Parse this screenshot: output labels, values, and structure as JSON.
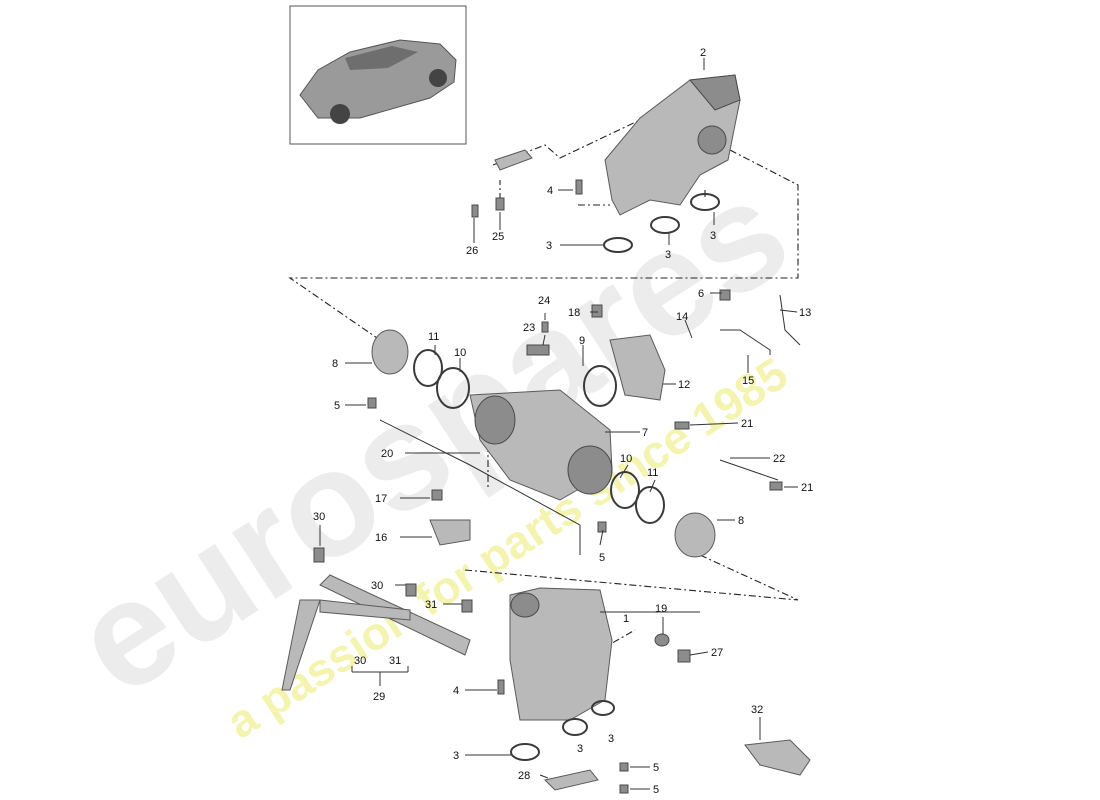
{
  "watermark": {
    "main": "eurospares",
    "tagline": "a passion for parts since 1985",
    "main_color": "#e6e6e6",
    "tagline_color": "#f2f29a"
  },
  "callouts": {
    "c1": "1",
    "c2": "2",
    "c3": "3",
    "c4": "4",
    "c5": "5",
    "c6": "6",
    "c7": "7",
    "c8": "8",
    "c9": "9",
    "c10": "10",
    "c11": "11",
    "c12": "12",
    "c13": "13",
    "c14": "14",
    "c15": "15",
    "c16": "16",
    "c17": "17",
    "c18": "18",
    "c19": "19",
    "c20": "20",
    "c21": "21",
    "c22": "22",
    "c23": "23",
    "c24": "24",
    "c25": "25",
    "c26": "26",
    "c27": "27",
    "c28": "28",
    "c29": "29",
    "c30": "30",
    "c31": "31",
    "c32": "32"
  },
  "colors": {
    "part": "#b9b9b9",
    "part_dark": "#8c8c8c",
    "line": "#222222"
  }
}
